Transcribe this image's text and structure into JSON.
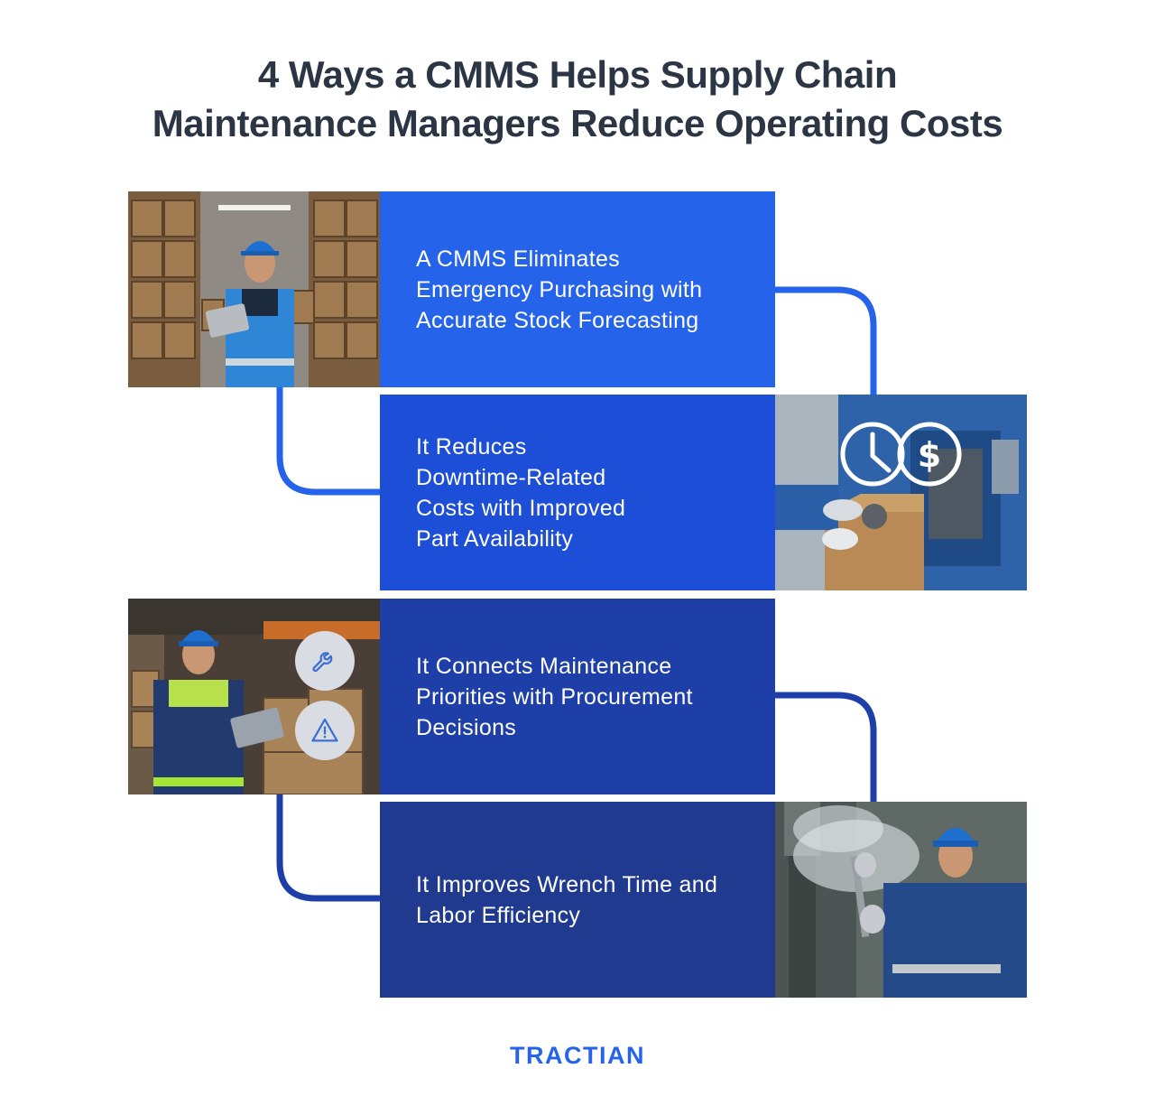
{
  "title": {
    "line1": "4 Ways a CMMS Helps Supply Chain",
    "line2": "Maintenance Managers Reduce Operating Costs"
  },
  "colors": {
    "card1": "#2563eb",
    "card2": "#1d4ed8",
    "card3": "#1e3fa8",
    "card4": "#1f3a8f",
    "title": "#2b3544",
    "brand": "#2563eb"
  },
  "items": [
    {
      "text": "A CMMS Eliminates Emergency Purchasing with Accurate Stock Forecasting",
      "icon": "worker-with-tablet-in-warehouse-photo"
    },
    {
      "text": "It Reduces Downtime-Related Costs with Improved Part Availability",
      "icon": "clock-dollar-icon"
    },
    {
      "text": "It Connects Maintenance Priorities with Procurement Decisions",
      "icon": "wrench-icon"
    },
    {
      "text": "It Improves Wrench Time and Labor Efficiency",
      "icon": "warning-icon"
    }
  ],
  "logo": {
    "text": "TRACTIAN"
  }
}
